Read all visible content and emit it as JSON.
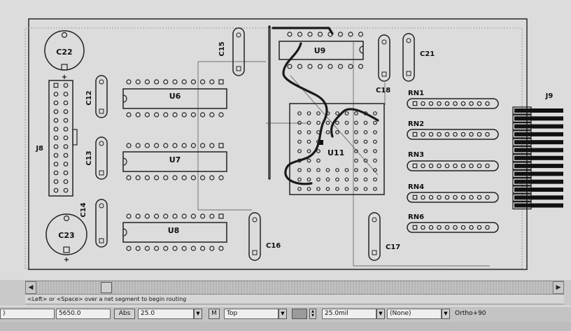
{
  "pcb": {
    "components": {
      "c22": "C22",
      "c23": "C23",
      "j8": "J8",
      "j9": "J9",
      "c12": "C12",
      "c13": "C13",
      "c14": "C14",
      "c15": "C15",
      "c16": "C16",
      "c17": "C17",
      "c18": "C18",
      "c21": "C21",
      "u6": "U6",
      "u7": "U7",
      "u8": "U8",
      "u9": "U9",
      "u11": "U11",
      "rn1": "RN1",
      "rn2": "RN2",
      "rn3": "RN3",
      "rn4": "RN4",
      "rn6": "RN6"
    },
    "plus_mark": "+"
  },
  "statusbar": {
    "message": "<Left> or <Space> over a net segment to begin routing"
  },
  "toolbar": {
    "coord_x": ")",
    "coord_y": "5650.0",
    "abs_label": "Abs",
    "grid_value": "25.0",
    "m_label": "M",
    "layer": "Top",
    "width": "25.0mil",
    "net": "(None)",
    "ortho": "Ortho+90"
  },
  "colors": {
    "board": "#dcdcdc",
    "trace": "#1a1a1a",
    "outline": "#3a3a3a"
  }
}
